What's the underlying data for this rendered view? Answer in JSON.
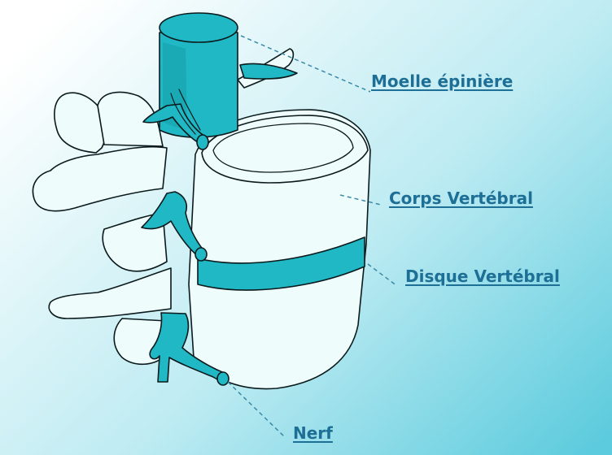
{
  "labels": {
    "spinal_cord": "Moelle épinière",
    "vertebral_body": "Corps Vertébral",
    "vertebral_disc": "Disque Vertébral",
    "nerve": "Nerf"
  },
  "colors": {
    "label_text": "#1e6f96",
    "teal": "#1fb8c4",
    "teal_dark": "#0f8f9b",
    "bone": "#eefcfc",
    "outline": "#0b1a1c",
    "bg_start": "#ffffff",
    "bg_end": "#5ccbdd",
    "leader": "#3a8aa6"
  }
}
